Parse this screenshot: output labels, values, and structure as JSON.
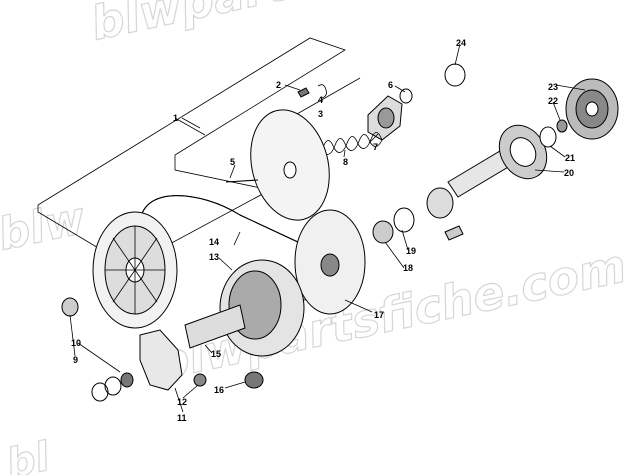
{
  "watermark": {
    "top": "blwpartsfiche",
    "left": "blw",
    "center": "blwpartsfiche.com",
    "bottom": "bl"
  },
  "callouts": [
    "1",
    "2",
    "3",
    "4",
    "5",
    "6",
    "7",
    "8",
    "9",
    "10",
    "11",
    "12",
    "13",
    "14",
    "15",
    "16",
    "17",
    "18",
    "19",
    "20",
    "21",
    "22",
    "23",
    "24"
  ]
}
